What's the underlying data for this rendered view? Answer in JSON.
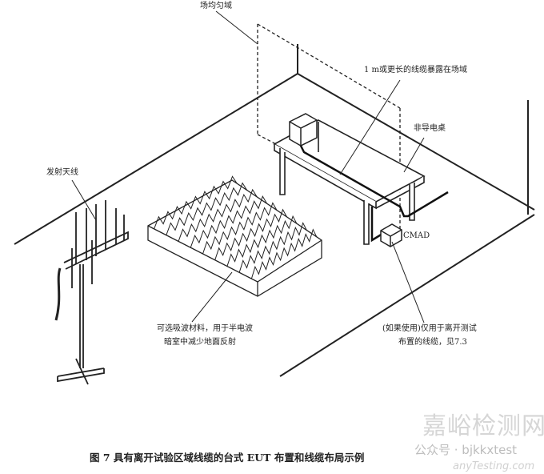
{
  "labels": {
    "uniform_field": "场均匀域",
    "cable_exposed": "1 m或更长的线缆暴露在场域",
    "non_conductive_table": "非导电桌",
    "transmit_antenna": "发射天线",
    "cmad": "CMAD",
    "absorber_line1": "可选吸波材料，用于半电波",
    "absorber_line2": "暗室中减少地面反射",
    "cmad_note_line1": "(如果使用)仅用于离开测试",
    "cmad_note_line2": "布置的线缆，见7.3"
  },
  "caption": "图 7    具有离开试验区域线缆的台式 EUT 布置和线缆布局示例",
  "watermark": {
    "site": "嘉峪检测网",
    "account": "公众号 · bjkkxtest",
    "url": "anyTesting.com"
  }
}
